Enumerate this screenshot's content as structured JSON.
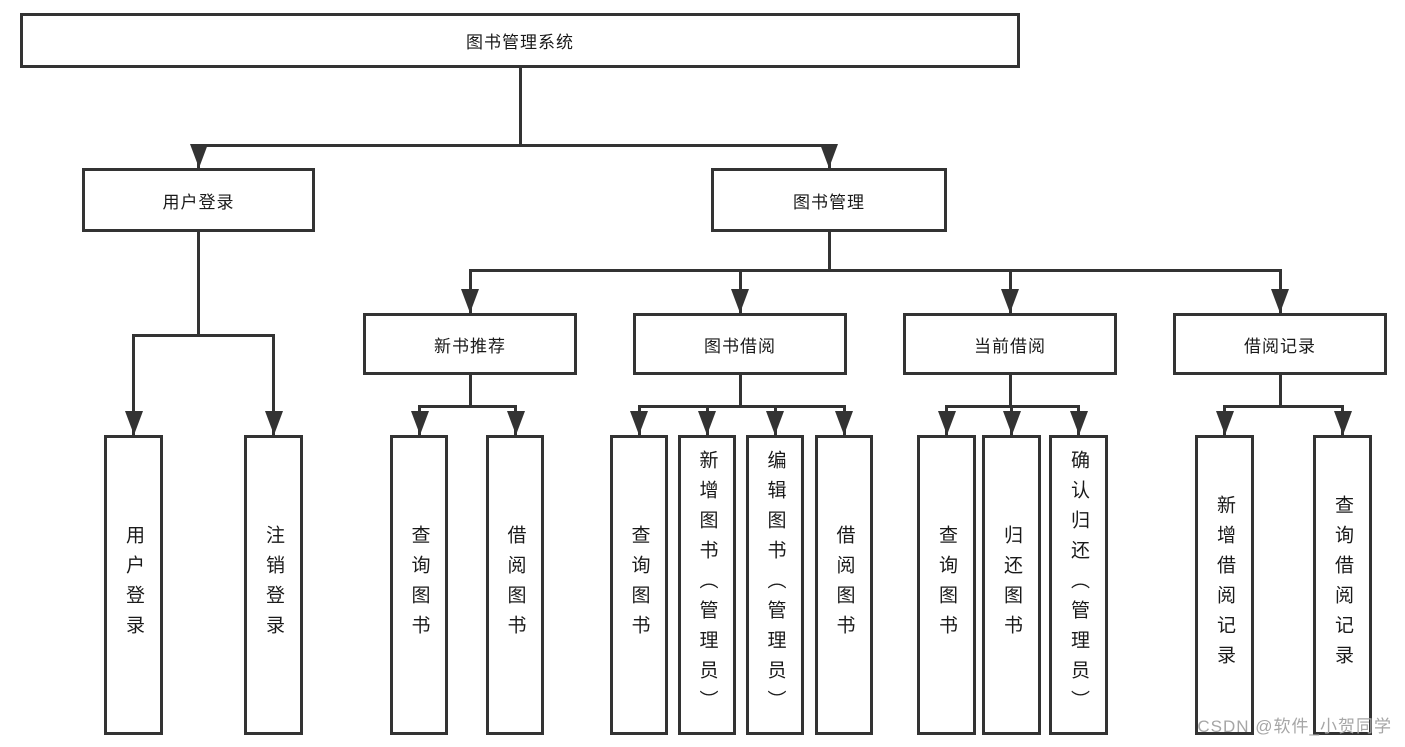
{
  "root": {
    "label": "图书管理系统"
  },
  "user_login": {
    "label": "用户登录",
    "leaves": [
      "用户登录",
      "注销登录"
    ]
  },
  "book_mgmt": {
    "label": "图书管理",
    "groups": [
      {
        "label": "新书推荐",
        "leaves": [
          "查询图书",
          "借阅图书"
        ]
      },
      {
        "label": "图书借阅",
        "leaves": [
          "查询图书",
          "新增图书（管理员）",
          "编辑图书（管理员）",
          "借阅图书"
        ]
      },
      {
        "label": "当前借阅",
        "leaves": [
          "查询图书",
          "归还图书",
          "确认归还（管理员）"
        ]
      },
      {
        "label": "借阅记录",
        "leaves": [
          "新增借阅记录",
          "查询借阅记录"
        ]
      }
    ]
  },
  "watermark": "CSDN @软件_小贺同学",
  "colors": {
    "line": "#333333",
    "text": "#1a1a1a",
    "watermark": "#a6a6a6",
    "background": "#ffffff"
  }
}
